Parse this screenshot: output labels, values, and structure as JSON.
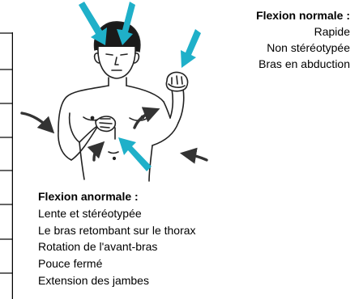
{
  "normal_flexion": {
    "title": "Flexion normale :",
    "items": [
      "Rapide",
      "Non stéréotypée",
      "Bras en abduction"
    ]
  },
  "abnormal_flexion": {
    "title": "Flexion anormale :",
    "items": [
      "Lente et stéréotypée",
      "Le bras retombant sur le thorax",
      "Rotation de l'avant-bras",
      "Pouce fermé",
      "Extension des jambes"
    ]
  },
  "colors": {
    "stimulus_arrow": "#1fb0c9",
    "motion_arrow": "#333333",
    "outline": "#222222"
  }
}
